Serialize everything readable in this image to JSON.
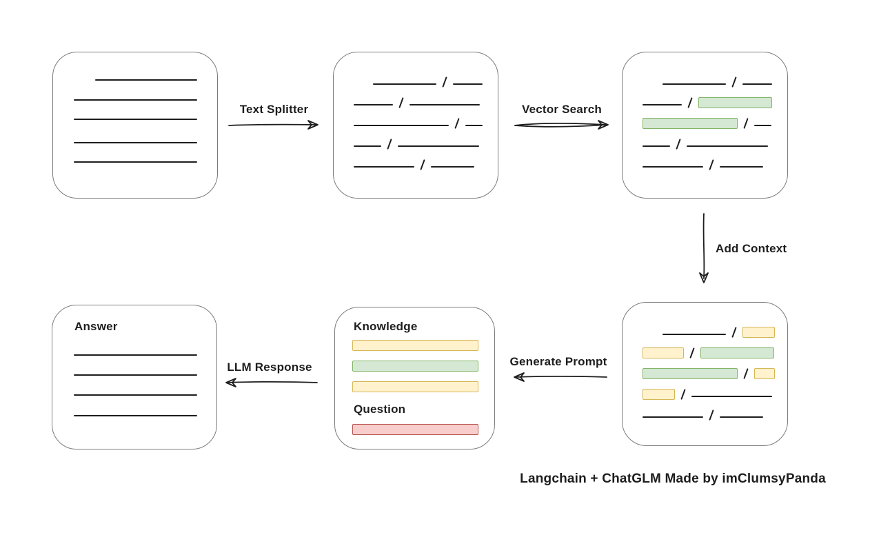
{
  "caption": {
    "text": "Langchain + ChatGLM Made by imClumsyPanda"
  },
  "colors": {
    "ink": "#1d1d1d",
    "box_border": "#7b7b7b",
    "green_fill": "#d5e8d4",
    "green_border": "#82b366",
    "yellow_fill": "#fff2cc",
    "yellow_border": "#d6b656",
    "red_fill": "#f8cecc",
    "red_border": "#b85450"
  },
  "arrows": {
    "text_splitter": {
      "label": "Text Splitter",
      "direction": "right",
      "style": "single"
    },
    "vector_search": {
      "label": "Vector Search",
      "direction": "right",
      "style": "double"
    },
    "add_context": {
      "label": "Add Context",
      "direction": "down",
      "style": "single"
    },
    "generate_prompt": {
      "label": "Generate Prompt",
      "direction": "left",
      "style": "single"
    },
    "llm_response": {
      "label": "LLM Response",
      "direction": "left",
      "style": "single"
    }
  },
  "boxes": {
    "document": {
      "rows": [
        {
          "indent": 61,
          "h": 30,
          "segments": [
            {
              "t": "line",
              "w": 148
            }
          ]
        },
        {
          "indent": 30,
          "h": 29,
          "segments": [
            {
              "t": "line",
              "w": 179
            }
          ]
        },
        {
          "indent": 30,
          "h": 28,
          "segments": [
            {
              "t": "line",
              "w": 179
            }
          ]
        },
        {
          "indent": 30,
          "h": 34,
          "segments": [
            {
              "t": "line",
              "w": 179
            }
          ]
        },
        {
          "indent": 30,
          "h": 28,
          "segments": [
            {
              "t": "line",
              "w": 179
            }
          ]
        }
      ]
    },
    "chunks": {
      "rows": [
        {
          "indent": 57,
          "h": 30,
          "segments": [
            {
              "t": "line",
              "w": 92
            },
            {
              "t": "slash"
            },
            {
              "t": "line",
              "w": 43
            }
          ]
        },
        {
          "indent": 29,
          "h": 30,
          "segments": [
            {
              "t": "line",
              "w": 57
            },
            {
              "t": "slash"
            },
            {
              "t": "line",
              "w": 102
            }
          ]
        },
        {
          "indent": 29,
          "h": 30,
          "segments": [
            {
              "t": "line",
              "w": 138
            },
            {
              "t": "slash"
            },
            {
              "t": "line",
              "w": 25
            }
          ]
        },
        {
          "indent": 29,
          "h": 30,
          "segments": [
            {
              "t": "line",
              "w": 40
            },
            {
              "t": "slash"
            },
            {
              "t": "line",
              "w": 118
            }
          ]
        },
        {
          "indent": 29,
          "h": 30,
          "segments": [
            {
              "t": "line",
              "w": 88
            },
            {
              "t": "slash"
            },
            {
              "t": "line",
              "w": 63
            }
          ]
        }
      ]
    },
    "search_results": {
      "rows": [
        {
          "indent": 58,
          "h": 30,
          "segments": [
            {
              "t": "line",
              "w": 92
            },
            {
              "t": "slash"
            },
            {
              "t": "line",
              "w": 43
            }
          ]
        },
        {
          "indent": 29,
          "h": 30,
          "segments": [
            {
              "t": "line",
              "w": 57
            },
            {
              "t": "slash"
            },
            {
              "t": "rect",
              "color": "green",
              "w": 107
            }
          ]
        },
        {
          "indent": 29,
          "h": 30,
          "segments": [
            {
              "t": "rect",
              "color": "green",
              "w": 138
            },
            {
              "t": "slash"
            },
            {
              "t": "line",
              "w": 25
            }
          ]
        },
        {
          "indent": 29,
          "h": 30,
          "segments": [
            {
              "t": "line",
              "w": 40
            },
            {
              "t": "slash"
            },
            {
              "t": "line",
              "w": 118
            }
          ]
        },
        {
          "indent": 29,
          "h": 30,
          "segments": [
            {
              "t": "line",
              "w": 88
            },
            {
              "t": "slash"
            },
            {
              "t": "line",
              "w": 63
            }
          ]
        }
      ]
    },
    "context": {
      "rows": [
        {
          "indent": 58,
          "h": 30,
          "segments": [
            {
              "t": "line",
              "w": 92
            },
            {
              "t": "slash"
            },
            {
              "t": "rect",
              "color": "yellow",
              "w": 47
            }
          ]
        },
        {
          "indent": 29,
          "h": 30,
          "segments": [
            {
              "t": "rect",
              "color": "yellow",
              "w": 60
            },
            {
              "t": "slash"
            },
            {
              "t": "rect",
              "color": "green",
              "w": 107
            }
          ]
        },
        {
          "indent": 29,
          "h": 30,
          "segments": [
            {
              "t": "rect",
              "color": "green",
              "w": 138
            },
            {
              "t": "slash"
            },
            {
              "t": "rect",
              "color": "yellow",
              "w": 30
            }
          ]
        },
        {
          "indent": 29,
          "h": 30,
          "segments": [
            {
              "t": "rect",
              "color": "yellow",
              "w": 47
            },
            {
              "t": "slash"
            },
            {
              "t": "line",
              "w": 117
            }
          ]
        },
        {
          "indent": 29,
          "h": 30,
          "segments": [
            {
              "t": "line",
              "w": 88
            },
            {
              "t": "slash"
            },
            {
              "t": "line",
              "w": 63
            }
          ]
        }
      ]
    },
    "prompt": {
      "rows": [
        {
          "indent": 27,
          "h": 36,
          "segments": [
            {
              "t": "label",
              "text": "Knowledge"
            }
          ]
        },
        {
          "indent": 25,
          "h": 26,
          "segments": [
            {
              "t": "rect",
              "color": "yellow",
              "w": 183
            }
          ]
        },
        {
          "indent": 25,
          "h": 30,
          "segments": [
            {
              "t": "rect",
              "color": "green",
              "w": 183
            }
          ]
        },
        {
          "indent": 25,
          "h": 30,
          "segments": [
            {
              "t": "rect",
              "color": "yellow",
              "w": 183
            }
          ]
        },
        {
          "indent": 27,
          "h": 34,
          "segments": [
            {
              "t": "label",
              "text": "Question"
            }
          ]
        },
        {
          "indent": 25,
          "h": 28,
          "segments": [
            {
              "t": "rect",
              "color": "red",
              "w": 183
            }
          ]
        }
      ]
    },
    "answer": {
      "rows": [
        {
          "indent": 32,
          "h": 36,
          "segments": [
            {
              "t": "label",
              "text": "Answer"
            }
          ]
        },
        {
          "indent": 31,
          "h": 37,
          "segments": [
            {
              "t": "line",
              "w": 179
            }
          ]
        },
        {
          "indent": 31,
          "h": 29,
          "segments": [
            {
              "t": "line",
              "w": 179
            }
          ]
        },
        {
          "indent": 31,
          "h": 29,
          "segments": [
            {
              "t": "line",
              "w": 179
            }
          ]
        },
        {
          "indent": 31,
          "h": 30,
          "segments": [
            {
              "t": "line",
              "w": 179
            }
          ]
        }
      ]
    }
  }
}
